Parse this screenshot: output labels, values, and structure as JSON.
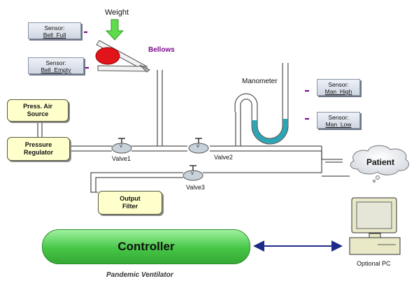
{
  "labels": {
    "weight": "Weight",
    "bellows": "Bellows",
    "manometer": "Manometer",
    "patient": "Patient",
    "valve1": "Valve1",
    "valve2": "Valve2",
    "valve3": "Valve3",
    "valve_symbol": "V",
    "optional_pc": "Optional PC",
    "controller": "Controller",
    "caption": "Pandemic Ventilator"
  },
  "sensors": [
    {
      "title": "Sensor:",
      "value": "Bell_Full"
    },
    {
      "title": "Sensor:",
      "value": "Bell_Empty"
    },
    {
      "title": "Sensor:",
      "value": "Man_High"
    },
    {
      "title": "Sensor:",
      "value": "Man_Low"
    }
  ],
  "components": {
    "air_source": {
      "line1": "Press. Air",
      "line2": "Source"
    },
    "regulator": {
      "line1": "Pressure",
      "line2": "Regulator"
    },
    "output_filter": {
      "line1": "Output",
      "line2": "Filter"
    }
  },
  "colors": {
    "pipe": "#555555",
    "weight_arrow": "#5fdc4a",
    "bellows_ball": "#e0141a",
    "bellows_label": "#7a0a8c",
    "manometer_fluid": "#2aa7b7",
    "connector": "#1d2a8a",
    "sensor_tick": "#7a0a8c",
    "controller": "#46c646",
    "component_fill": "#ffffcc"
  }
}
